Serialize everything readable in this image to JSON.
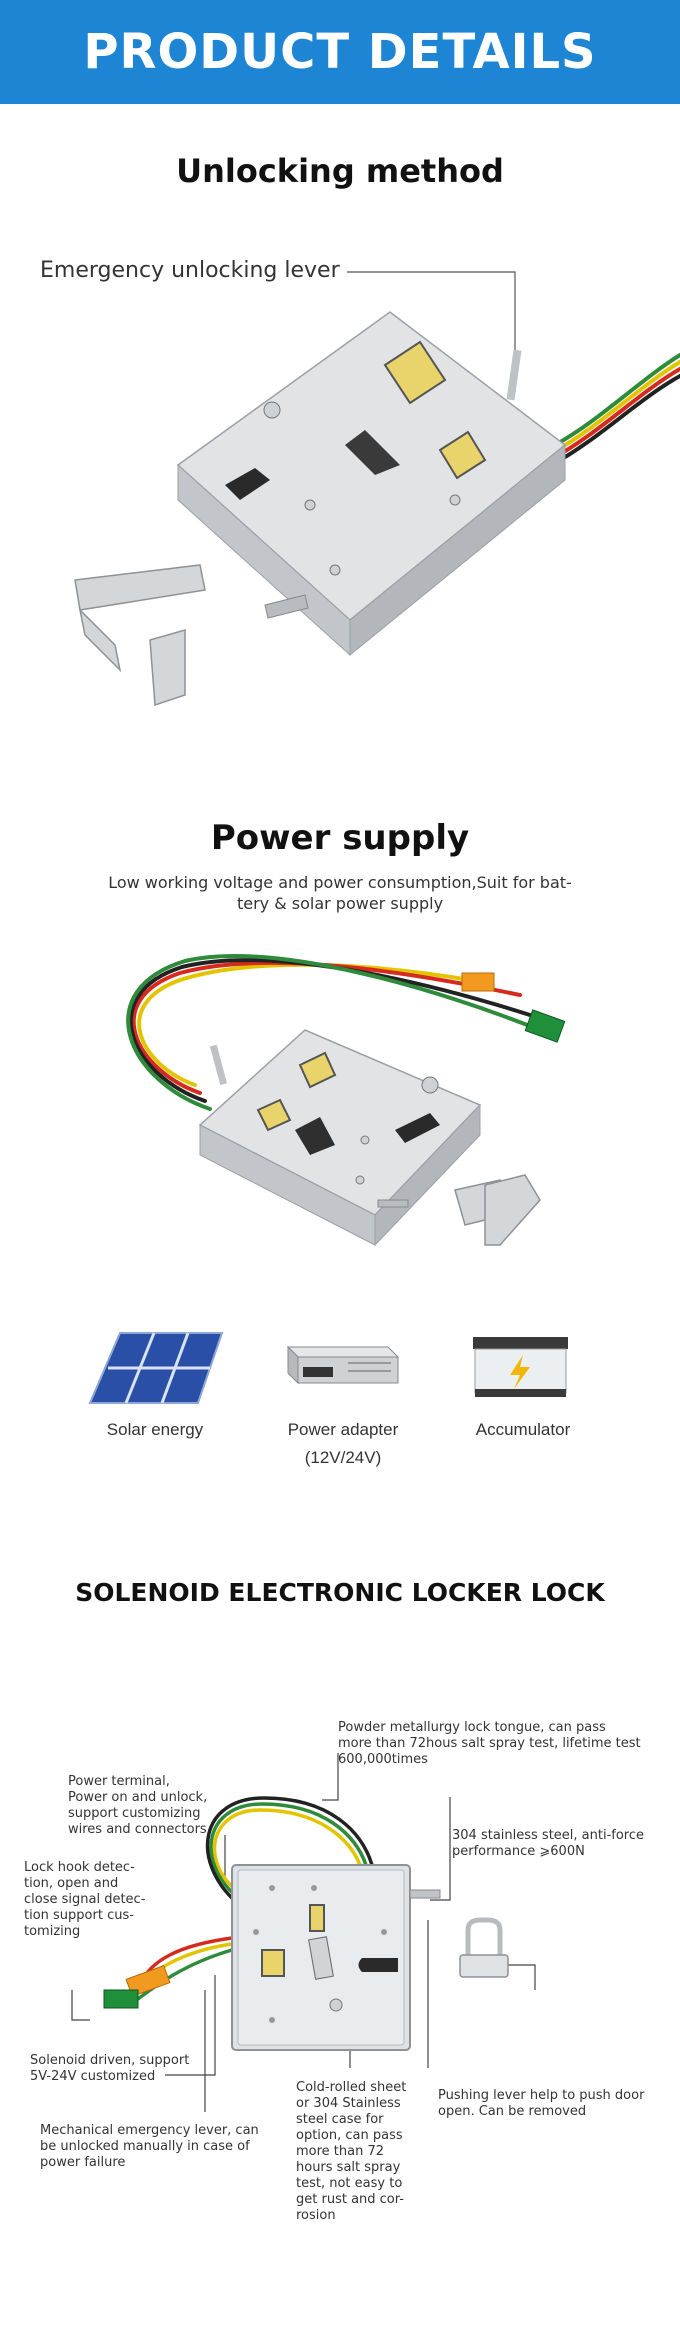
{
  "banner": {
    "title": "PRODUCT DETAILS"
  },
  "unlocking": {
    "title": "Unlocking method",
    "callout": "Emergency unlocking lever"
  },
  "power": {
    "title": "Power supply",
    "subtitle_line1": "Low working voltage and power consumption,Suit for bat-",
    "subtitle_line2": "tery & solar power supply",
    "sources": [
      {
        "label": "Solar energy",
        "sub": "",
        "icon": "solar-panel-icon"
      },
      {
        "label": "Power adapter",
        "sub": "(12V/24V)",
        "icon": "power-adapter-icon"
      },
      {
        "label": "Accumulator",
        "sub": "",
        "icon": "battery-icon"
      }
    ]
  },
  "solenoid": {
    "title": "SOLENOID ELECTRONIC LOCKER LOCK",
    "notes": {
      "tongue": [
        "Powder metallurgy lock tongue, can pass",
        "more than 72hous salt spray test, lifetime test",
        "600,000times"
      ],
      "terminal": [
        "Power terminal,",
        "Power on and unlock,",
        "support customizing",
        "wires and connectors"
      ],
      "steel": [
        "304 stainless steel, anti-force",
        "performance ⩾600N"
      ],
      "hook": [
        "Lock hook detec-",
        "tion, open and",
        "close signal detec-",
        "tion support cus-",
        "tomizing"
      ],
      "solenoid": [
        "Solenoid driven, support",
        "5V-24V customized"
      ],
      "case": [
        "Cold-rolled sheet",
        "or 304 Stainless",
        "steel case for",
        "option, can pass",
        "more than 72",
        "hours salt spray",
        "test, not easy to",
        "get rust and cor-",
        "rosion"
      ],
      "pushing": [
        "Pushing lever help to push door",
        "open. Can be removed"
      ],
      "emergency": [
        "Mechanical emergency lever, can",
        "be unlocked manually in case of",
        "power failure"
      ]
    }
  },
  "colors": {
    "banner": "#1e84d4",
    "steel": "#d8dadc",
    "window": "#e8d46a"
  }
}
